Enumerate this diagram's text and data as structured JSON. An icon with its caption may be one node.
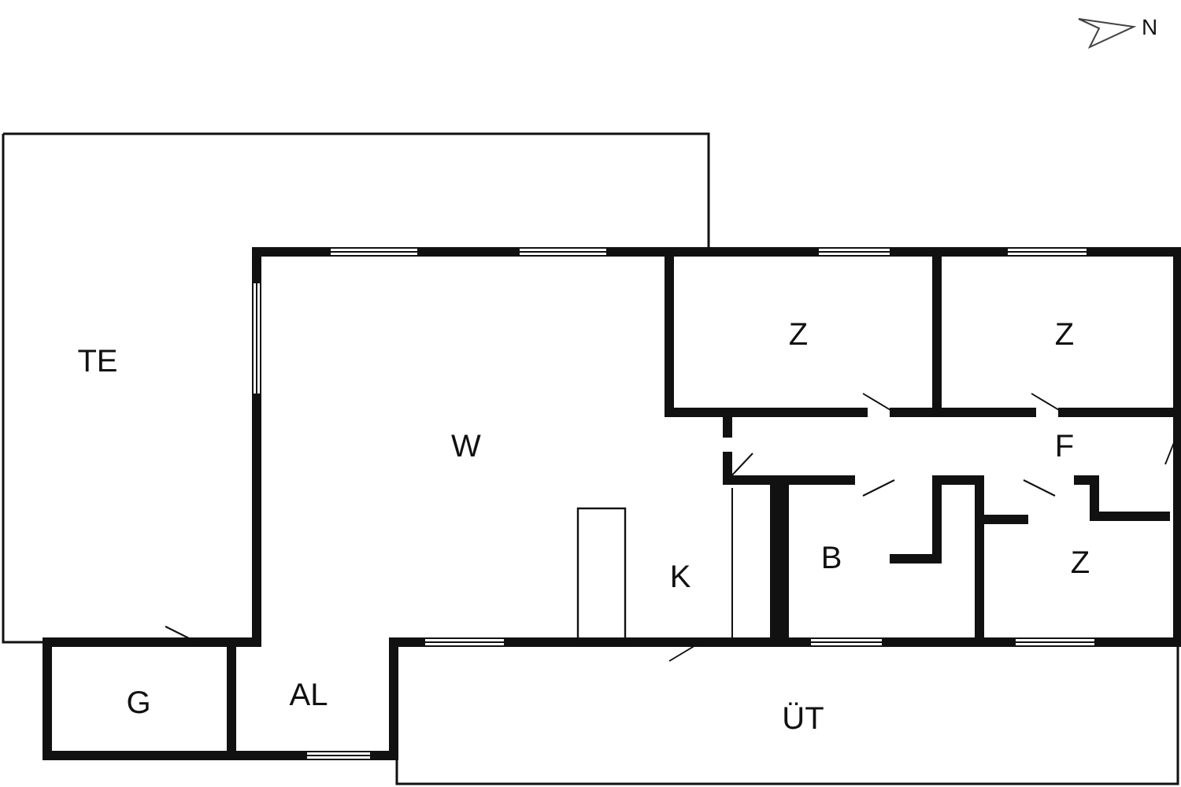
{
  "diagram": {
    "nodes": [
      {
        "text": [
          "TE"
        ]
      },
      {
        "text": [
          "W"
        ]
      },
      {
        "text": [
          "Z"
        ]
      },
      {
        "text": [
          "Z"
        ]
      },
      {
        "text": [
          "F"
        ]
      },
      {
        "text": [
          "B"
        ]
      },
      {
        "text": [
          "K"
        ]
      },
      {
        "text": [
          "Z"
        ]
      },
      {
        "text": [
          "G"
        ]
      },
      {
        "text": [
          "AL"
        ]
      },
      {
        "text": [
          "ÜT"
        ]
      }
    ],
    "labels": [
      "N"
    ]
  }
}
